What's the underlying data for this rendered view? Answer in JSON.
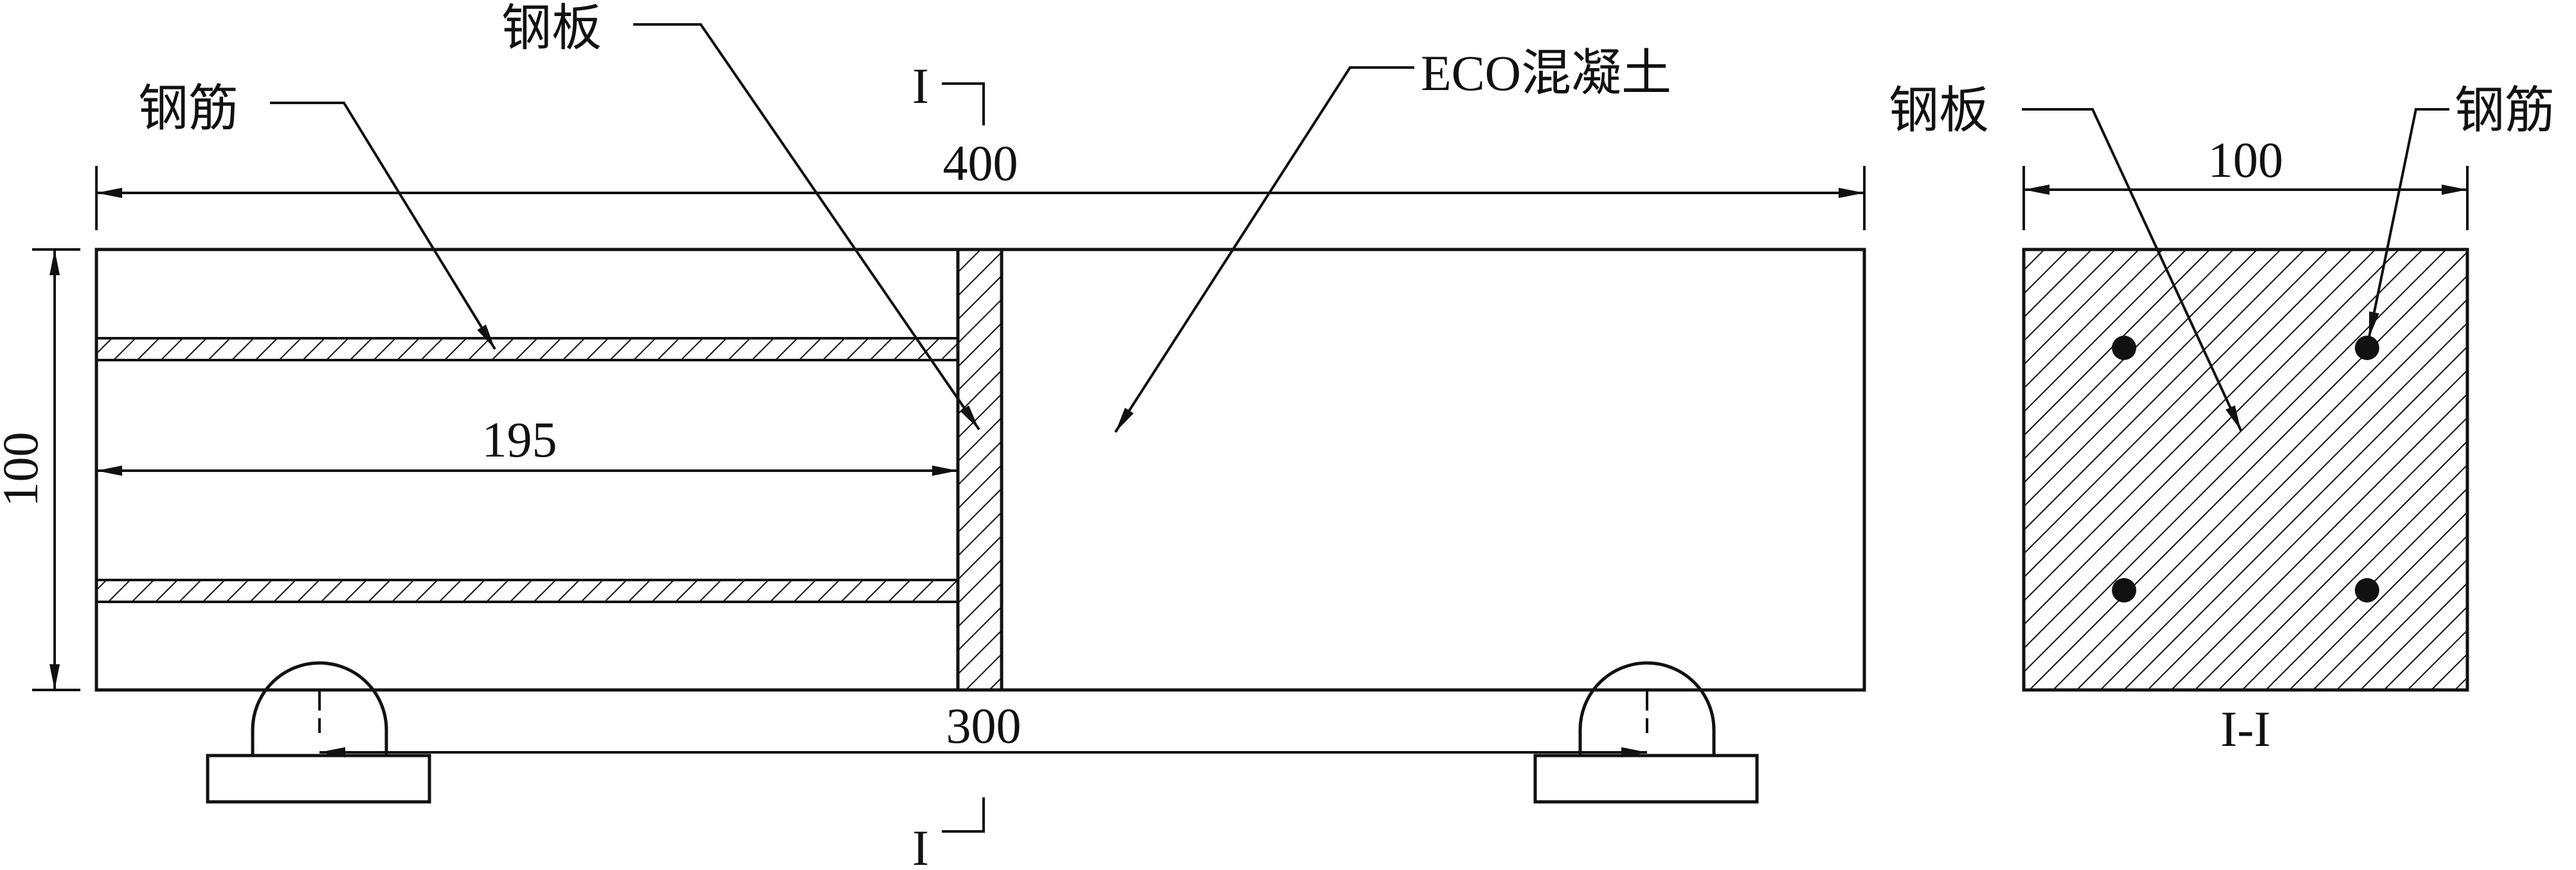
{
  "labels": {
    "steel_plate": "钢板",
    "rebar": "钢筋",
    "eco_concrete": "ECO混凝土",
    "section_mark": "I",
    "section_title": "I-I"
  },
  "dimensions": {
    "total_length": "400",
    "height": "100",
    "rebar_length": "195",
    "support_span": "300",
    "section_width": "100"
  },
  "colors": {
    "ink": "#111111",
    "background": "#ffffff"
  }
}
